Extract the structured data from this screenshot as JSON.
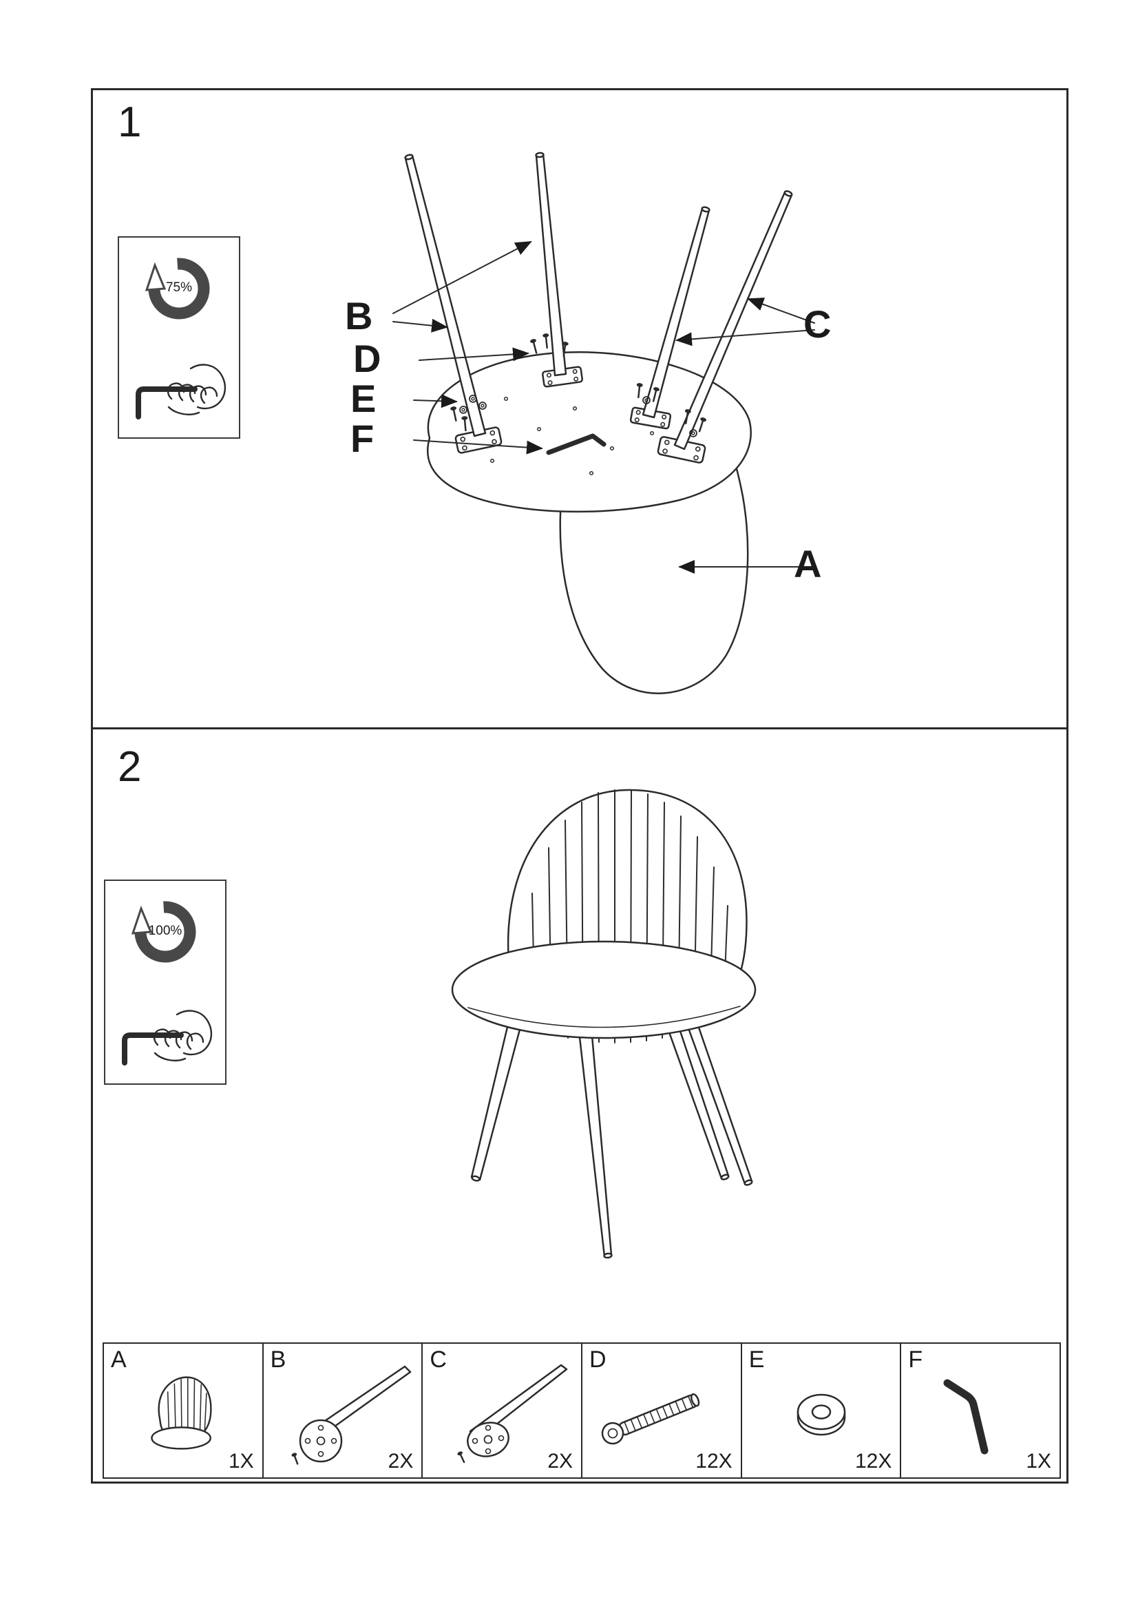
{
  "step1": {
    "number": "1",
    "torque": "75%",
    "labels": {
      "a": "A",
      "b": "B",
      "c": "C",
      "d": "D",
      "e": "E",
      "f": "F"
    }
  },
  "step2": {
    "number": "2",
    "torque": "100%"
  },
  "parts": [
    {
      "letter": "A",
      "qty": "1X",
      "icon": "seat-shell-icon"
    },
    {
      "letter": "B",
      "qty": "2X",
      "icon": "leg-with-round-plate-icon"
    },
    {
      "letter": "C",
      "qty": "2X",
      "icon": "leg-with-angled-plate-icon"
    },
    {
      "letter": "D",
      "qty": "12X",
      "icon": "bolt-icon"
    },
    {
      "letter": "E",
      "qty": "12X",
      "icon": "washer-icon"
    },
    {
      "letter": "F",
      "qty": "1X",
      "icon": "allen-key-icon"
    }
  ],
  "colors": {
    "line": "#2b2b2b",
    "tool_gray": "#484848"
  }
}
